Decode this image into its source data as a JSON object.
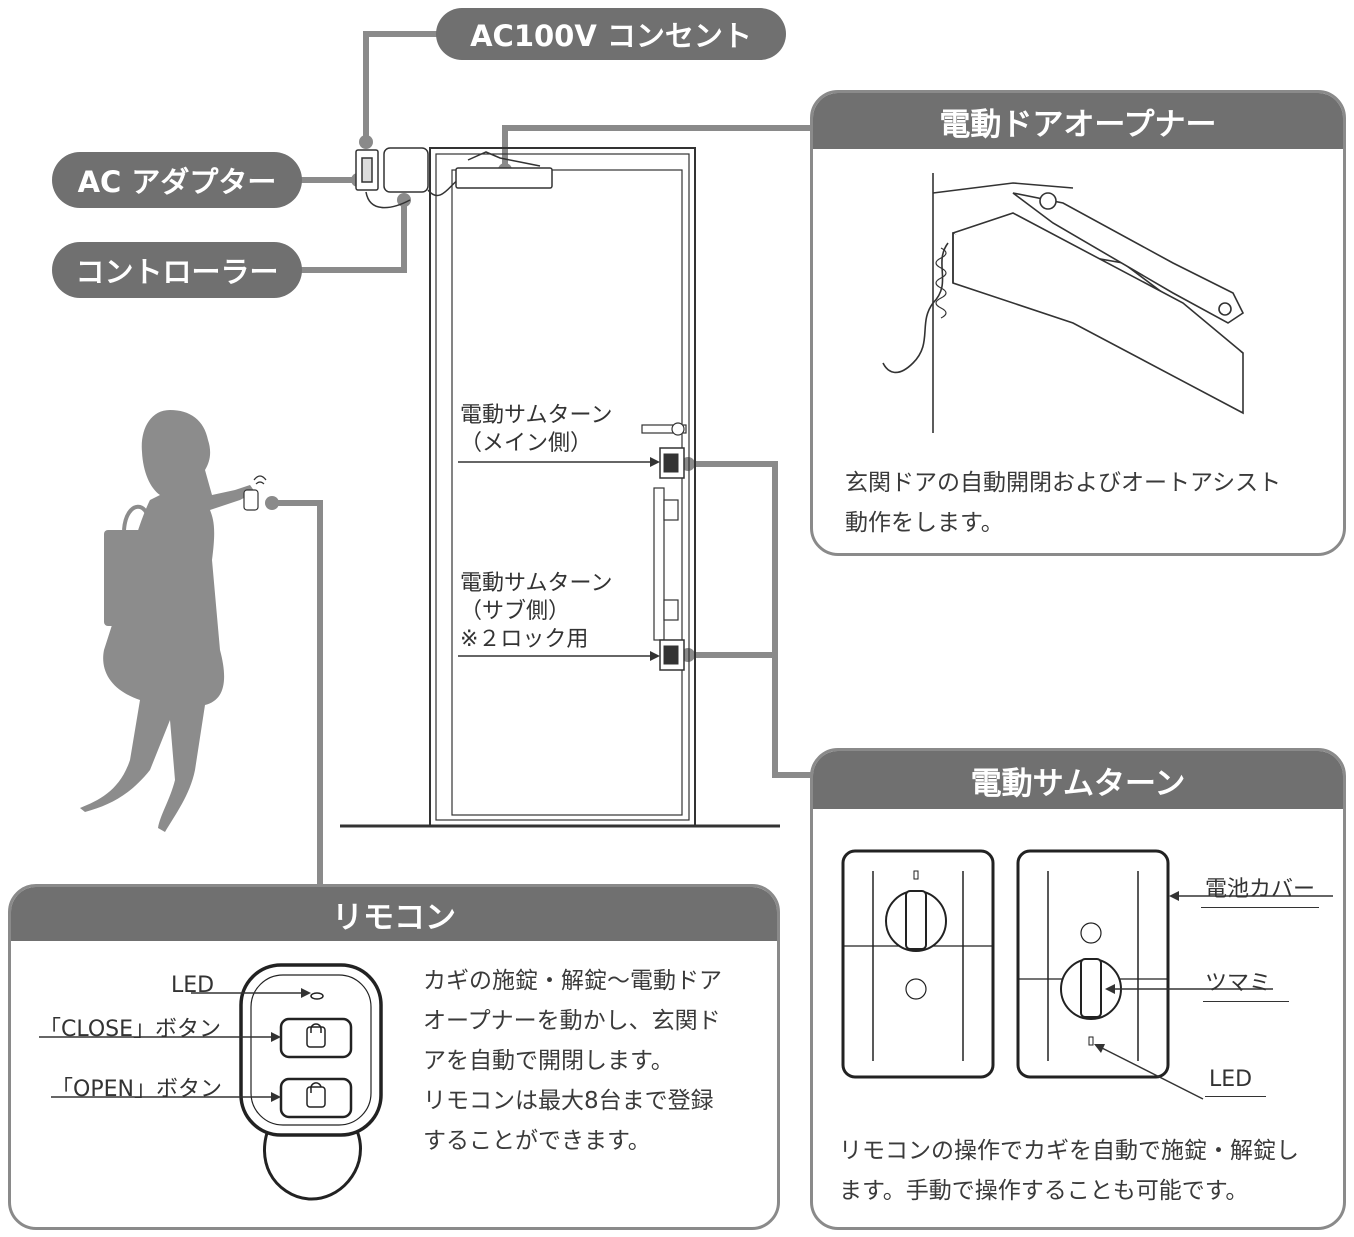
{
  "callouts": {
    "outlet": "AC100V コンセント",
    "adapter": "AC アダプター",
    "controller": "コントローラー"
  },
  "door_labels": {
    "main_lock": [
      "電動サムターン",
      "（メイン側）"
    ],
    "sub_lock": [
      "電動サムターン",
      "（サブ側）",
      "※２ロック用"
    ]
  },
  "opener_panel": {
    "title": "電動ドアオープナー",
    "description": "玄関ドアの自動開閉およびオートアシスト\n動作をします。"
  },
  "thumbturn_panel": {
    "title": "電動サムターン",
    "labels": {
      "battery_cover": "電池カバー",
      "knob": "ツマミ",
      "led": "LED"
    },
    "description": "リモコンの操作でカギを自動で施錠・解錠し\nます。手動で操作することも可能です。"
  },
  "remote_panel": {
    "title": "リモコン",
    "labels": {
      "led": "LED",
      "close_button": "「CLOSE」ボタン",
      "open_button": "「OPEN」ボタン"
    },
    "description": "カギの施錠・解錠～電動ドア\nオープナーを動かし、玄関ド\nアを自動で開閉します。\nリモコンは最大8台まで登録\nすることができます。"
  },
  "colors": {
    "callout_fill": "#707070",
    "panel_border": "#8a8a8a",
    "line": "#8a8a8a",
    "silhouette": "#8c8c8c"
  }
}
